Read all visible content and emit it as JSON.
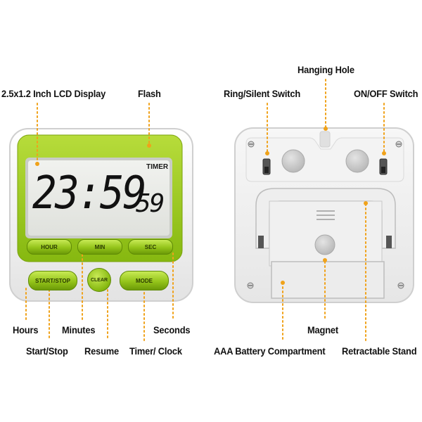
{
  "front": {
    "lcd": {
      "badge": "TIMER",
      "big_digits": "23:59",
      "small_digits": "59"
    },
    "buttons": {
      "hour": "HOUR",
      "min": "MIN",
      "sec": "SEC",
      "start_stop": "START/STOP",
      "clear": "CLEAR",
      "mode": "MODE"
    }
  },
  "labels": {
    "lcd_display": "2.5x1.2 Inch LCD Display",
    "flash": "Flash",
    "hours": "Hours",
    "minutes": "Minutes",
    "seconds": "Seconds",
    "start_stop": "Start/Stop",
    "resume": "Resume",
    "timer_clock": "Timer/ Clock",
    "hanging_hole": "Hanging Hole",
    "ring_silent_switch": "Ring/Silent Switch",
    "on_off_switch": "ON/OFF Switch",
    "magnet": "Magnet",
    "aaa_battery": "AAA Battery Compartment",
    "retractable_stand": "Retractable Stand"
  },
  "colors": {
    "lime": "#9ccc1c",
    "lime_dark": "#6f9a0a",
    "lcd": "#e9ebe6",
    "leader": "#f0a21a"
  }
}
